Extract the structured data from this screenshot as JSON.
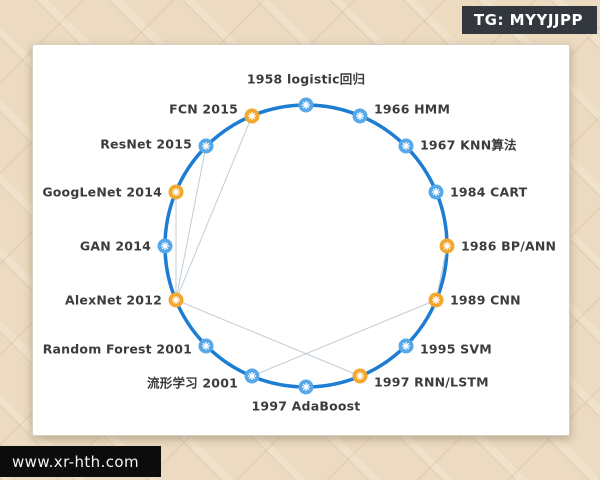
{
  "watermarks": {
    "tg_badge": "TG: MYYJJPP",
    "site_badge": "www.xr-hth.com"
  },
  "colors": {
    "node-blue": "#57a8e8",
    "node-orange": "#f3a72e",
    "arc-blue": "#1d7dd2",
    "label": "#3c3c3c"
  },
  "timeline": {
    "description": "circular timeline of machine learning algorithms",
    "items": [
      {
        "id": "logistic",
        "label": "1958 logistic回归",
        "year": "1958",
        "name": "logistic回归",
        "color": "blue"
      },
      {
        "id": "hmm",
        "label": "1966 HMM",
        "year": "1966",
        "name": "HMM",
        "color": "blue"
      },
      {
        "id": "knn",
        "label": "1967 KNN算法",
        "year": "1967",
        "name": "KNN算法",
        "color": "blue"
      },
      {
        "id": "cart",
        "label": "1984 CART",
        "year": "1984",
        "name": "CART",
        "color": "blue"
      },
      {
        "id": "bpann",
        "label": "1986 BP/ANN",
        "year": "1986",
        "name": "BP/ANN",
        "color": "orange"
      },
      {
        "id": "cnn",
        "label": "1989 CNN",
        "year": "1989",
        "name": "CNN",
        "color": "orange"
      },
      {
        "id": "svm",
        "label": "1995 SVM",
        "year": "1995",
        "name": "SVM",
        "color": "blue"
      },
      {
        "id": "rnnlstm",
        "label": "1997 RNN/LSTM",
        "year": "1997",
        "name": "RNN/LSTM",
        "color": "orange"
      },
      {
        "id": "adaboost",
        "label": "1997 AdaBoost",
        "year": "1997",
        "name": "AdaBoost",
        "color": "blue"
      },
      {
        "id": "manifold",
        "label": "流形学习 2001",
        "year": "2001",
        "name": "流形学习",
        "color": "blue"
      },
      {
        "id": "randomforest",
        "label": "Random Forest 2001",
        "year": "2001",
        "name": "Random Forest",
        "color": "blue"
      },
      {
        "id": "alexnet",
        "label": "AlexNet 2012",
        "year": "2012",
        "name": "AlexNet",
        "color": "orange"
      },
      {
        "id": "gan",
        "label": "GAN 2014",
        "year": "2014",
        "name": "GAN",
        "color": "blue"
      },
      {
        "id": "googlenet",
        "label": "GoogLeNet 2014",
        "year": "2014",
        "name": "GoogLeNet",
        "color": "orange"
      },
      {
        "id": "resnet",
        "label": "ResNet 2015",
        "year": "2015",
        "name": "ResNet",
        "color": "blue"
      },
      {
        "id": "fcn",
        "label": "FCN 2015",
        "year": "2015",
        "name": "FCN",
        "color": "orange"
      }
    ],
    "edges": [
      [
        "alexnet",
        "fcn"
      ],
      [
        "alexnet",
        "resnet"
      ],
      [
        "alexnet",
        "googlenet"
      ],
      [
        "alexnet",
        "rnnlstm"
      ],
      [
        "bpann",
        "cnn"
      ],
      [
        "cnn",
        "manifold"
      ]
    ]
  }
}
